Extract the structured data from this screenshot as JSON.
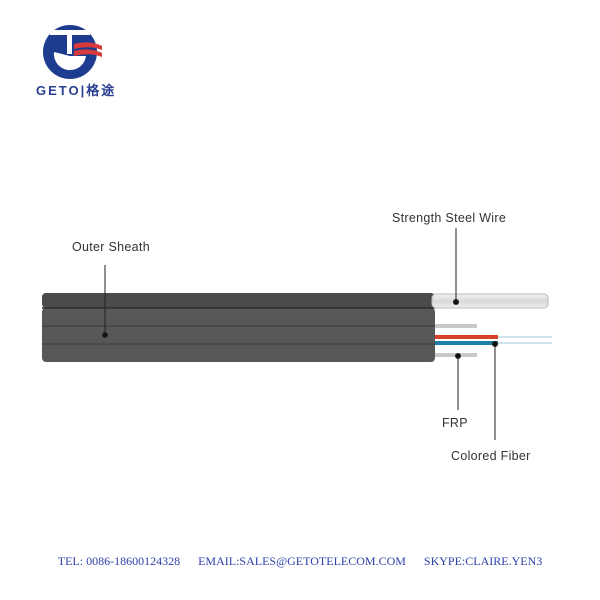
{
  "logo": {
    "brand_text": "GETO",
    "brand_chinese": "格途"
  },
  "diagram": {
    "labels": {
      "outer_sheath": "Outer Sheath",
      "strength_steel_wire": "Strength Steel Wire",
      "frp": "FRP",
      "colored_fiber": "Colored Fiber"
    },
    "colors": {
      "sheath": "#4a4a4c",
      "red_fiber": "#d8412a",
      "blue_fiber": "#1f7fa6"
    }
  },
  "footer": {
    "tel": "TEL: 0086-18600124328",
    "email": "EMAIL:SALES@GETOTELECOM.COM",
    "skype": "SKYPE:CLAIRE.YEN3"
  }
}
